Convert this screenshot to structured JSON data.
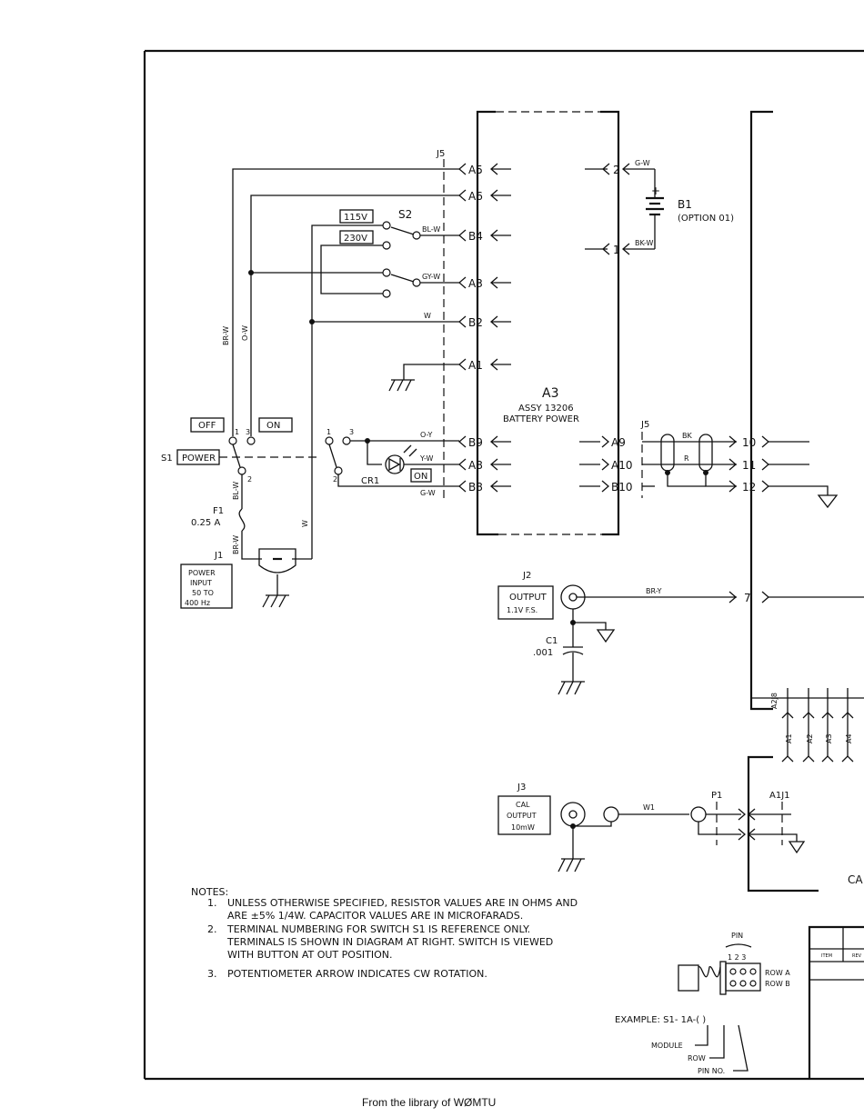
{
  "connector_j5_left": {
    "label": "J5",
    "pins": [
      "A5",
      "A6",
      "B4",
      "A3",
      "B2",
      "A1",
      "B9",
      "A8",
      "B8"
    ]
  },
  "battery_pins": [
    "2",
    "1"
  ],
  "battery": {
    "ref": "B1",
    "option": "(OPTION 01)"
  },
  "wire_colors": {
    "gw_top": "G-W",
    "bkw": "BK-W",
    "blw": "BL-W",
    "gyw": "GY-W",
    "w": "W",
    "brw": "BR-W",
    "ow": "O-W",
    "oy": "O-Y",
    "yw": "Y-W",
    "gw_bottom": "G-W",
    "blw_vert": "BL-W",
    "brw_vert": "BR-W",
    "w_vert": "W",
    "bk": "BK",
    "r": "R",
    "bry": "BR-Y",
    "w1": "W1"
  },
  "switch_s2": {
    "ref": "S2",
    "v115": "115V",
    "v230": "230V"
  },
  "module_a3": {
    "ref": "A3",
    "assy": "ASSY 13206",
    "name": "BATTERY POWER"
  },
  "connector_j5_right": {
    "label": "J5",
    "pins": [
      "A9",
      "A10",
      "B10"
    ],
    "out_pins": [
      "10",
      "11",
      "12"
    ]
  },
  "switch_s1": {
    "ref": "S1",
    "label": "POWER",
    "off": "OFF",
    "on": "ON",
    "t1": "1",
    "t2": "2",
    "t3": "3",
    "t1b": "1",
    "t2b": "2",
    "t3b": "3"
  },
  "indicator": {
    "ref": "CR1",
    "label": "ON"
  },
  "fuse": {
    "ref": "F1",
    "value": "0.25 A"
  },
  "power_input": {
    "ref": "J1",
    "lines": [
      "POWER",
      "INPUT",
      "50 TO",
      "400 Hz"
    ]
  },
  "output_j2": {
    "ref": "J2",
    "lines": [
      "OUTPUT",
      "1.1V F.S."
    ],
    "pin": "7"
  },
  "capacitor": {
    "ref": "C1",
    "value": ".001"
  },
  "a2j8": {
    "ref": "A2J8",
    "pins": [
      "A1",
      "A2",
      "A3",
      "A4"
    ]
  },
  "cal_output": {
    "ref": "J3",
    "lines": [
      "CAL",
      "OUTPUT",
      "10mW"
    ],
    "plug": "P1",
    "jack": "A1J1",
    "module_cut": "CA"
  },
  "notes": {
    "title": "NOTES:",
    "items": [
      {
        "num": "1.",
        "lines": [
          "UNLESS OTHERWISE SPECIFIED, RESISTOR VALUES ARE IN OHMS AND",
          "ARE ±5% 1/4W.  CAPACITOR VALUES ARE IN MICROFARADS."
        ]
      },
      {
        "num": "2.",
        "lines": [
          "TERMINAL NUMBERING FOR SWITCH S1 IS REFERENCE ONLY.",
          "TERMINALS IS SHOWN IN DIAGRAM AT RIGHT.  SWITCH IS VIEWED",
          "WITH BUTTON AT OUT POSITION."
        ]
      },
      {
        "num": "3.",
        "lines": [
          "POTENTIOMETER ARROW INDICATES CW ROTATION."
        ]
      }
    ]
  },
  "switch_diagram": {
    "pin_label": "PIN",
    "pin_numbers": "1 2 3",
    "row_a": "ROW A",
    "row_b": "ROW B",
    "example": "EXAMPLE:  S1- 1A-( )",
    "module": "MODULE",
    "row": "ROW",
    "pin_no": "PIN NO."
  },
  "title_block": {
    "item_col": "ITEM",
    "col2": "REV"
  },
  "footer": "From the library of WØMTU"
}
